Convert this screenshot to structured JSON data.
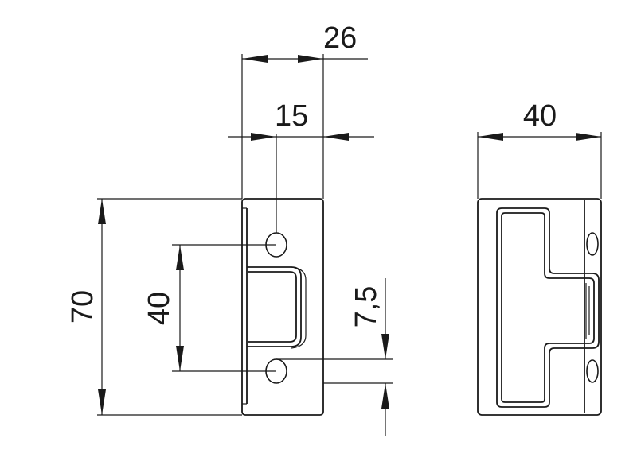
{
  "drawing": {
    "dimensions": {
      "width_top": "26",
      "hole_offset": "15",
      "side_width": "40",
      "total_height": "70",
      "hole_spacing": "40",
      "edge_offset": "7,5"
    },
    "line_color": "#1a1a1a",
    "background_color": "#ffffff"
  }
}
